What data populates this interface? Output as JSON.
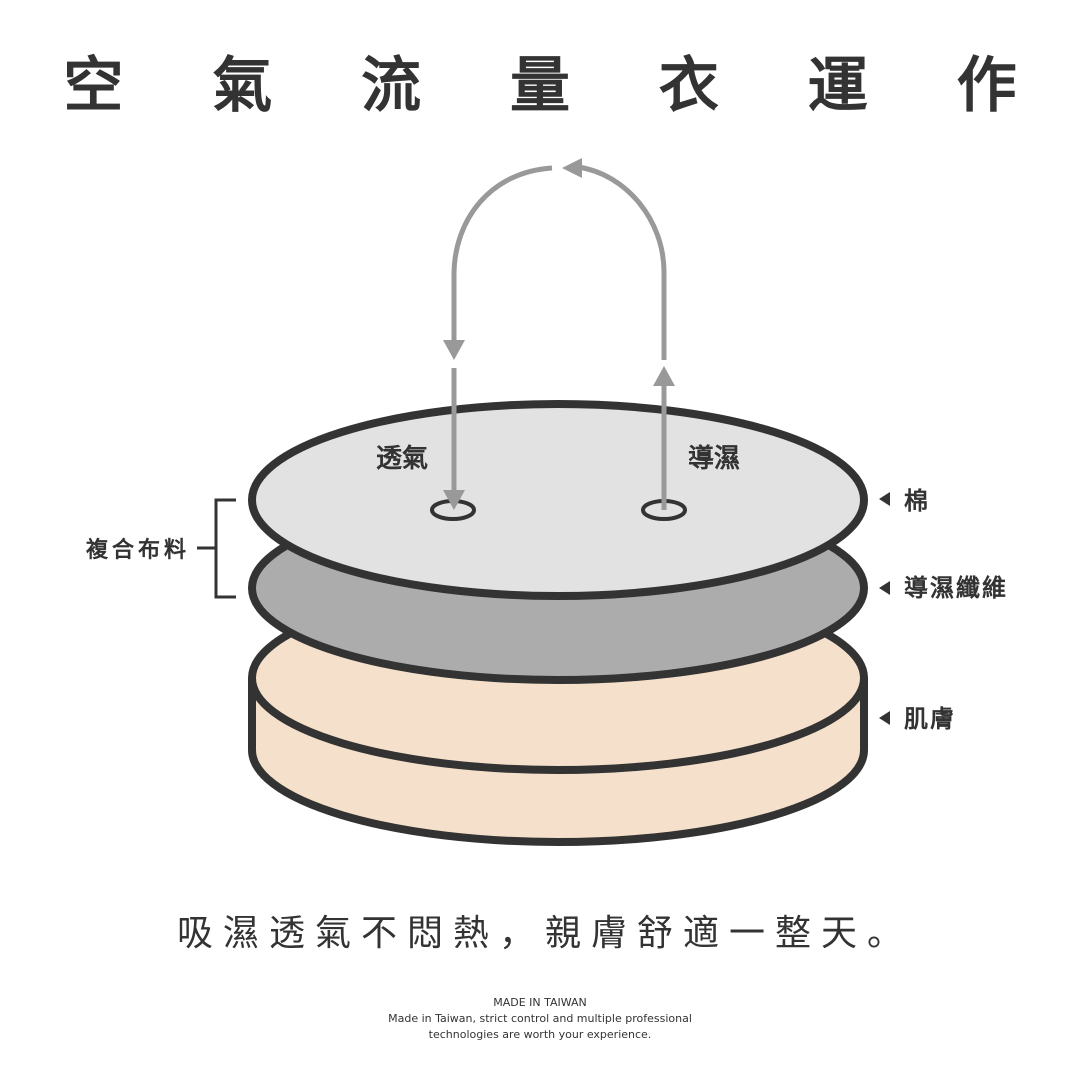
{
  "title": "空 氣 流 量 衣 運 作",
  "layers": {
    "cotton": "棉",
    "moisture_fiber": "導濕纖維",
    "skin": "肌膚"
  },
  "composite_label": "複合布料",
  "flows": {
    "breathable": "透氣",
    "moisture_wicking": "導濕"
  },
  "tagline": "吸濕透氣不悶熱，親膚舒適一整天。",
  "footer": {
    "line1": "MADE IN TAIWAN",
    "line2": "Made in Taiwan, strict control and multiple professional",
    "line3": "technologies are worth your experience."
  },
  "colors": {
    "outline": "#333333",
    "cotton_fill": "#e2e2e2",
    "fiber_fill": "#acacac",
    "skin_fill": "#f5e1cb",
    "arrow": "#999999"
  }
}
